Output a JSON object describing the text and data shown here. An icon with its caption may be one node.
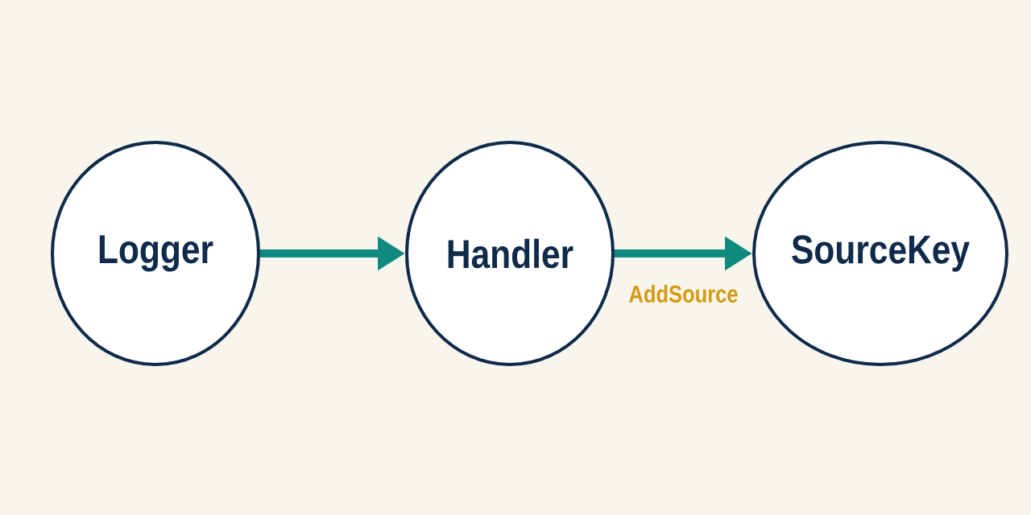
{
  "diagram": {
    "nodes": [
      {
        "text": [
          "Logger"
        ]
      },
      {
        "text": [
          "Handler"
        ]
      },
      {
        "text": [
          "SourceKey"
        ]
      }
    ],
    "edges": [
      {
        "from": 0,
        "to": 1,
        "arrow": "to"
      },
      {
        "from": 1,
        "to": 2,
        "arrow": "to",
        "label": "AddSource"
      }
    ]
  }
}
